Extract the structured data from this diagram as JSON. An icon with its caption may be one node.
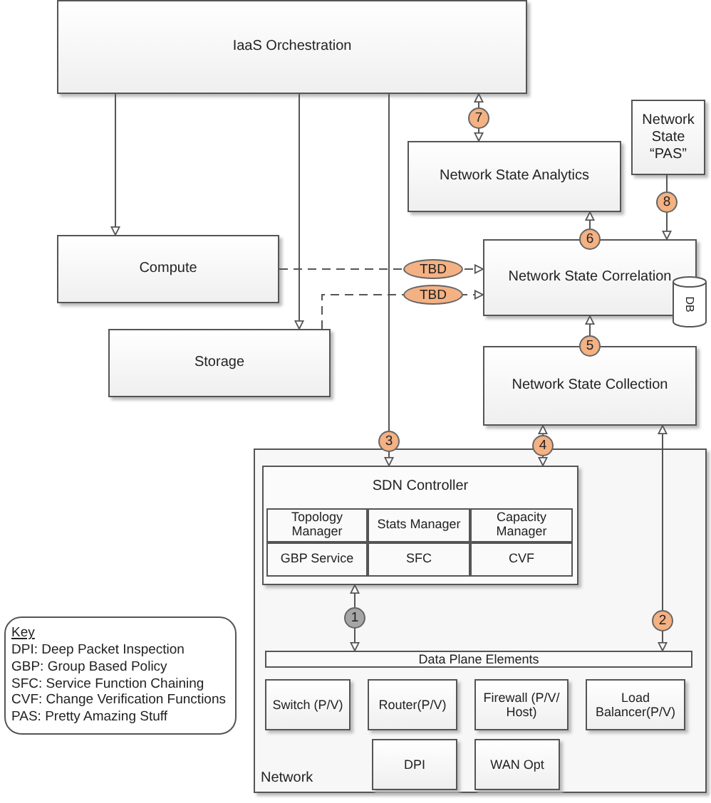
{
  "diagram": {
    "nodes": [
      {
        "text": [
          "IaaS Orchestration"
        ]
      },
      {
        "text": [
          "Network State Analytics"
        ]
      },
      {
        "text": [
          "Network State “PAS”"
        ]
      },
      {
        "text": [
          "Compute"
        ]
      },
      {
        "text": [
          "Network State Correlation"
        ]
      },
      {
        "text": [
          "DB"
        ]
      },
      {
        "text": [
          "Storage"
        ]
      },
      {
        "text": [
          "Network State Collection"
        ]
      },
      {
        "text": [
          "Network"
        ]
      },
      {
        "text": [
          "SDN Controller"
        ],
        "in": 8
      },
      {
        "text": [
          "Topology Manager"
        ],
        "in": 9
      },
      {
        "text": [
          "Stats Manager"
        ],
        "in": 9
      },
      {
        "text": [
          "Capacity Manager"
        ],
        "in": 9
      },
      {
        "text": [
          "GBP Service"
        ],
        "in": 9
      },
      {
        "text": [
          "SFC"
        ],
        "in": 9
      },
      {
        "text": [
          "CVF"
        ],
        "in": 9
      },
      {
        "text": [
          "Data Plane Elements"
        ],
        "in": 8
      },
      {
        "text": [
          "Switch (P/V)"
        ],
        "in": 8
      },
      {
        "text": [
          "Router(P/V)"
        ],
        "in": 8
      },
      {
        "text": [
          "Firewall (P/V/ Host)"
        ],
        "in": 8
      },
      {
        "text": [
          "Load Balancer(P/V)"
        ],
        "in": 8
      },
      {
        "text": [
          "DPI"
        ],
        "in": 8
      },
      {
        "text": [
          "WAN Opt"
        ],
        "in": 8
      },
      {
        "text": [
          "Key",
          "DPI: Deep Packet Inspection",
          "GBP: Group Based Policy",
          "SFC: Service Function Chaining",
          "CVF: Change Verification Functions",
          "PAS: Pretty Amazing Stuff"
        ]
      }
    ],
    "edges": [
      {
        "from": 0,
        "to": 3,
        "arrow": "to"
      },
      {
        "from": 0,
        "to": 6,
        "arrow": "to"
      },
      {
        "from": 0,
        "to": 9,
        "arrow": "to",
        "label": "3"
      },
      {
        "from": 0,
        "to": 1,
        "arrow": "both",
        "label": "7"
      },
      {
        "from": 3,
        "to": 4,
        "arrow": "to",
        "label": "TBD",
        "style": "dashed"
      },
      {
        "from": 6,
        "to": 4,
        "arrow": "to",
        "label": "TBD",
        "style": "dashed"
      },
      {
        "from": 2,
        "to": 4,
        "arrow": "to",
        "label": "8"
      },
      {
        "from": 4,
        "to": 1,
        "arrow": "to",
        "label": "6"
      },
      {
        "from": 7,
        "to": 4,
        "arrow": "to",
        "label": "5"
      },
      {
        "from": 9,
        "to": 7,
        "arrow": "both",
        "label": "4"
      },
      {
        "from": 7,
        "to": 16,
        "arrow": "both",
        "label": "2"
      },
      {
        "from": 9,
        "to": 16,
        "arrow": "both",
        "label": "1"
      }
    ]
  }
}
